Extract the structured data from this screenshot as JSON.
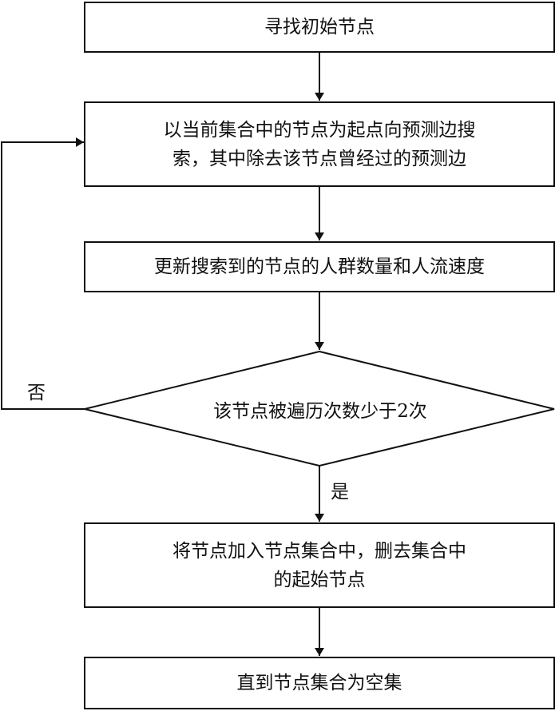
{
  "flowchart": {
    "nodes": [
      {
        "id": "start",
        "type": "process",
        "text": "寻找初始节点"
      },
      {
        "id": "search",
        "type": "process",
        "lines": [
          "以当前集合中的节点为起点向预测边搜",
          "索，其中除去该节点曾经过的预测边"
        ]
      },
      {
        "id": "update",
        "type": "process",
        "text": "更新搜索到的节点的人群数量和人流速度"
      },
      {
        "id": "decision",
        "type": "decision",
        "text": "该节点被遍历次数少于2次"
      },
      {
        "id": "add",
        "type": "process",
        "lines": [
          "将节点加入节点集合中，删去集合中",
          "的起始节点"
        ]
      },
      {
        "id": "end",
        "type": "process",
        "text": "直到节点集合为空集"
      }
    ],
    "edges": [
      {
        "from": "start",
        "to": "search",
        "label": ""
      },
      {
        "from": "search",
        "to": "update",
        "label": ""
      },
      {
        "from": "update",
        "to": "decision",
        "label": ""
      },
      {
        "from": "decision",
        "to": "add",
        "label": "是"
      },
      {
        "from": "decision",
        "to": "search",
        "label": "否"
      },
      {
        "from": "add",
        "to": "end",
        "label": ""
      }
    ],
    "labels": {
      "yes": "是",
      "no": "否"
    }
  }
}
